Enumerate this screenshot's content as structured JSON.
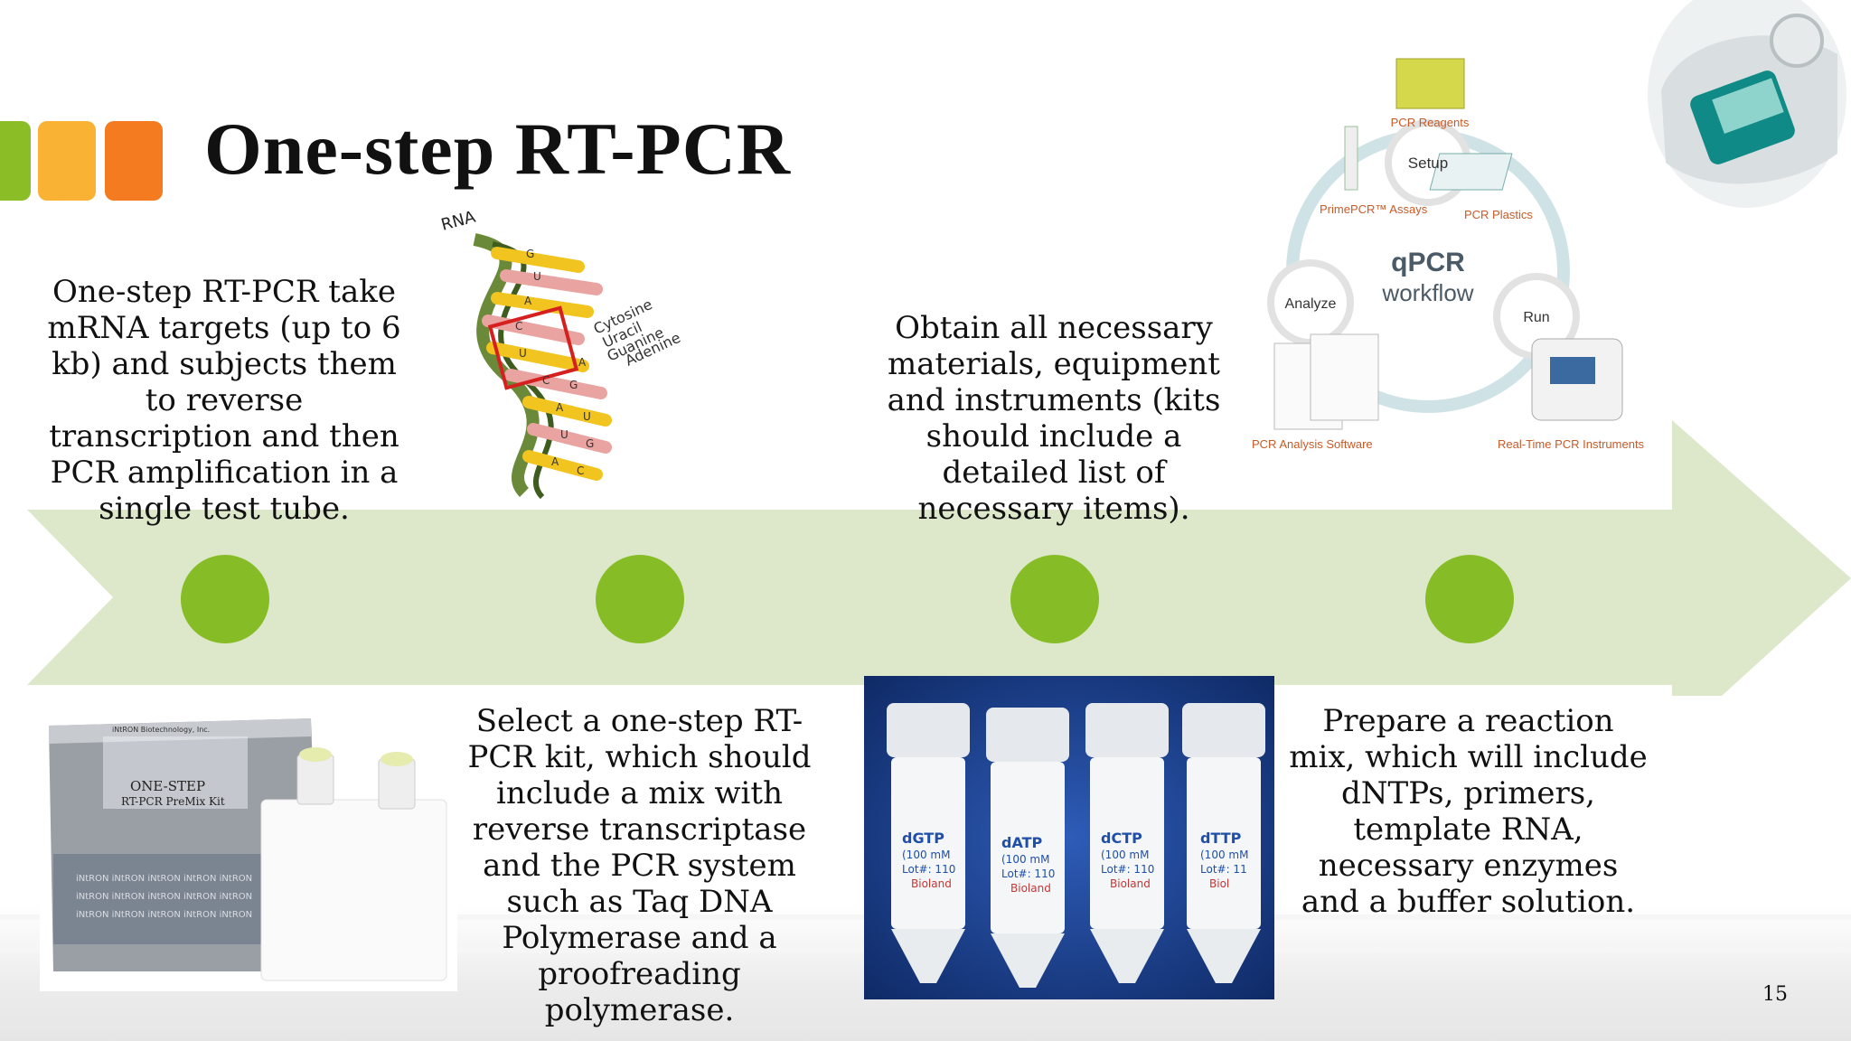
{
  "slide": {
    "title": "One-step RT-PCR",
    "page_number": "15",
    "accent_colors": [
      "#8bbd26",
      "#f9b233",
      "#f47b20"
    ],
    "arrow_color": "#dce8c9",
    "dot_color": "#86bc25"
  },
  "steps": [
    {
      "text": "One-step RT-PCR take mRNA targets (up to 6 kb) and subjects them to reverse transcription and then PCR amplification in a single test tube."
    },
    {
      "text": "Select a one-step RT-PCR kit, which should include a mix with reverse transcriptase and the PCR system such as Taq DNA Polymerase and a proofreading polymerase."
    },
    {
      "text": "Obtain all necessary materials, equipment and instruments (kits should include a detailed list of necessary items)."
    },
    {
      "text": "Prepare a reaction mix, which will include dNTPs, primers, template RNA, necessary enzymes and a buffer solution."
    }
  ],
  "rna_image": {
    "label": "RNA",
    "bases": [
      "Cytosine",
      "Uracil",
      "Guanine",
      "Adenine"
    ],
    "letters": [
      "G",
      "U",
      "A",
      "C",
      "U",
      "A",
      "C",
      "G",
      "A",
      "U",
      "U",
      "G",
      "A",
      "C"
    ]
  },
  "kit_image": {
    "brand_line": "iNtRON Biotechnology, Inc.",
    "product_line1": "ONE-STEP",
    "product_line2": "RT-PCR PreMix Kit",
    "band_text": "iNtRON iNtRON iNtRON iNtRON iNtRON"
  },
  "tubes_image": {
    "tubes": [
      {
        "name": "dGTP",
        "conc": "(100 mM",
        "lot": "Lot#: 110",
        "maker": "Bioland"
      },
      {
        "name": "dATP",
        "conc": "(100 mM",
        "lot": "Lot#: 110",
        "maker": "Bioland"
      },
      {
        "name": "dCTP",
        "conc": "(100 mM",
        "lot": "Lot#: 110",
        "maker": "Bioland"
      },
      {
        "name": "dTTP",
        "conc": "(100 mM",
        "lot": "Lot#: 11",
        "maker": "Biol"
      }
    ]
  },
  "qpcr_image": {
    "center_title": "qPCR",
    "center_subtitle": "workflow",
    "nodes": [
      "Setup",
      "Analyze",
      "Run"
    ],
    "labels": [
      "PCR Reagents",
      "PrimePCR™ Assays",
      "PCR Plastics",
      "PCR Analysis Software",
      "Real-Time PCR Instruments"
    ]
  }
}
